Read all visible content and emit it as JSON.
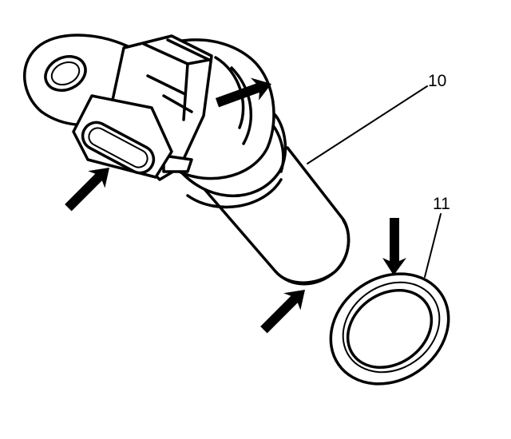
{
  "callouts": {
    "sensor_label": "10",
    "oring_label": "11"
  },
  "colors": {
    "line": "#000000",
    "background": "#ffffff"
  },
  "icons": {
    "arrow": "solid-black-arrow"
  }
}
